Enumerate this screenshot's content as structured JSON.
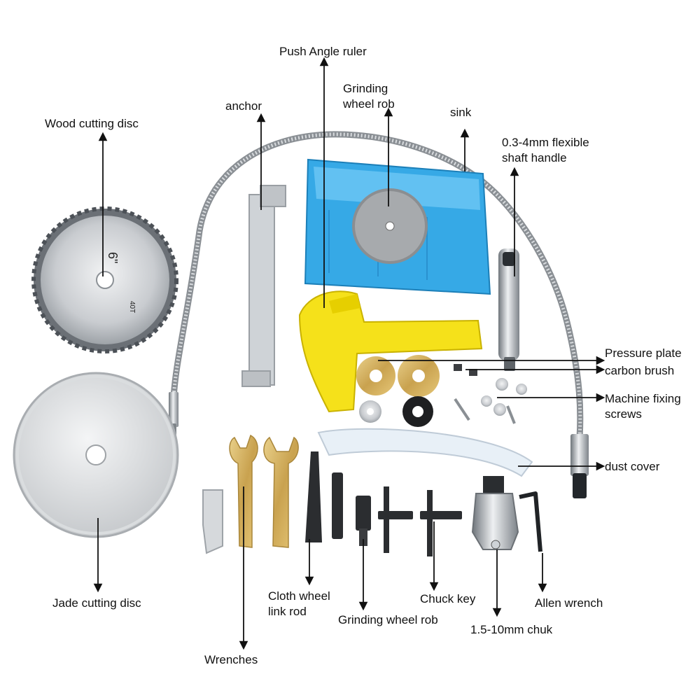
{
  "labels": {
    "push_angle_ruler": "Push Angle ruler",
    "grinding_wheel_rob_top_line1": "Grinding",
    "grinding_wheel_rob_top_line2": "wheel rob",
    "anchor": "anchor",
    "sink": "sink",
    "wood_cutting_disc": "Wood cutting disc",
    "flexible_shaft_handle_line1": "0.3-4mm flexible",
    "flexible_shaft_handle_line2": "shaft  handle",
    "pressure_plate": "Pressure plate",
    "carbon_brush": "carbon brush",
    "machine_fixing_screws_line1": "Machine fixing",
    "machine_fixing_screws_line2": "screws",
    "dust_cover": "dust cover",
    "jade_cutting_disc": "Jade cutting disc",
    "cloth_wheel_link_rod_line1": "Cloth wheel",
    "cloth_wheel_link_rod_line2": "link rod",
    "chuck_key": "Chuck key",
    "allen_wrench": "Allen wrench",
    "grinding_wheel_rob_bottom": "Grinding wheel rob",
    "chuck": "1.5-10mm chuk",
    "wrenches": "Wrenches"
  },
  "product_markings": {
    "saw_blade_size": "6\"",
    "saw_blade_teeth": "40T"
  },
  "colors": {
    "background": "#ffffff",
    "text": "#111111",
    "arrow": "#111111",
    "sink_blue": "#3aaee8",
    "ruler_yellow": "#f5e11a",
    "steel": "#c8ccd0",
    "wrench_gold": "#d8b86a"
  }
}
